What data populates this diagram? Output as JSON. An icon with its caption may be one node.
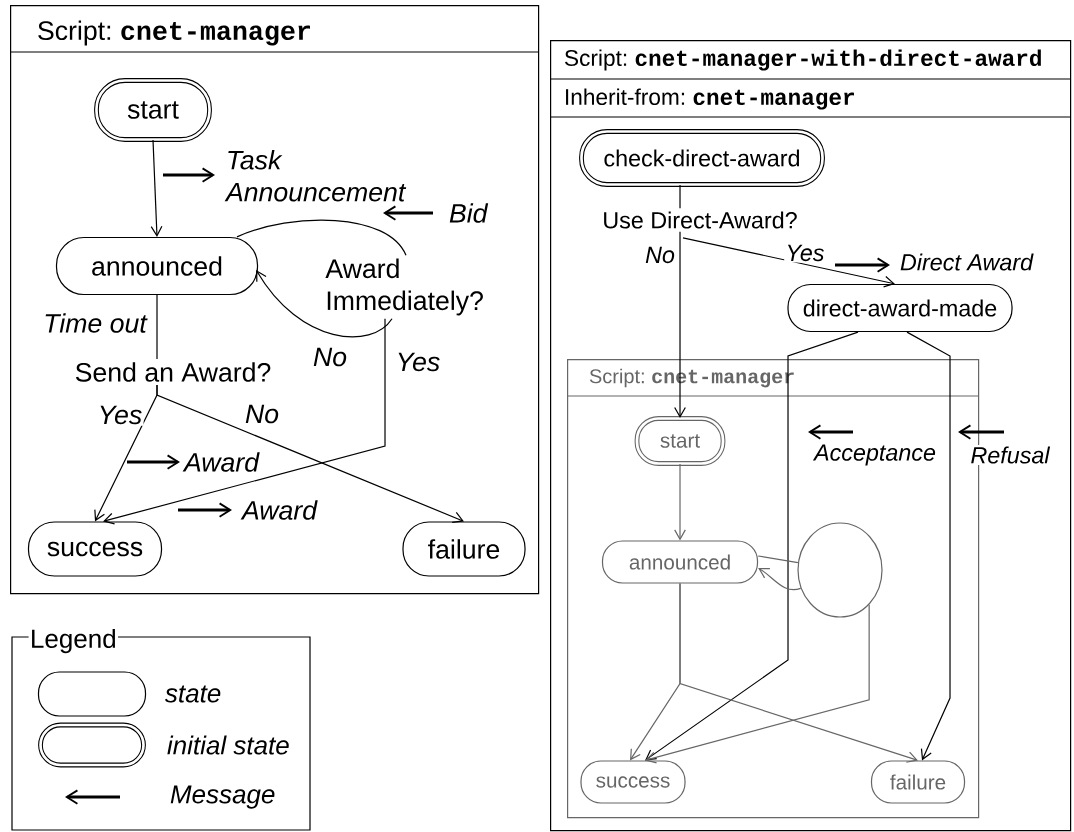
{
  "diagram": {
    "nodes": [
      {
        "text": [
          "Script:",
          "cnet-manager"
        ]
      },
      {
        "text": [
          "start"
        ],
        "in": 0
      },
      {
        "text": [
          "announced"
        ],
        "in": 0
      },
      {
        "text": [
          "Award Immediately?"
        ],
        "in": 0
      },
      {
        "text": [
          "Send an Award?"
        ],
        "in": 0
      },
      {
        "text": [
          "success"
        ],
        "in": 0
      },
      {
        "text": [
          "failure"
        ],
        "in": 0
      },
      {
        "text": [
          "Script:",
          "cnet-manager-with-direct-award",
          "Inherit-from:",
          "cnet-manager"
        ]
      },
      {
        "text": [
          "check-direct-award"
        ],
        "in": 7
      },
      {
        "text": [
          "Use Direct-Award?"
        ],
        "in": 7
      },
      {
        "text": [
          "direct-award-made"
        ],
        "in": 7
      },
      {
        "text": [
          "Script:",
          "cnet-manager"
        ],
        "in": 7
      },
      {
        "text": [
          "start"
        ],
        "in": 11
      },
      {
        "text": [
          "announced"
        ],
        "in": 11
      },
      {
        "text": [],
        "shape": "circle",
        "in": 11
      },
      {
        "text": [
          "success"
        ],
        "in": 11
      },
      {
        "text": [
          "failure"
        ],
        "in": 11
      }
    ],
    "edges": [
      {
        "from": 1,
        "to": 2,
        "arrow": "to"
      },
      {
        "from": 2,
        "to": 3,
        "arrow": "none"
      },
      {
        "from": 3,
        "to": 2,
        "arrow": "to",
        "label": "No"
      },
      {
        "from": 3,
        "to": 5,
        "arrow": "to",
        "label": "Yes"
      },
      {
        "from": 2,
        "to": 4,
        "arrow": "none",
        "label": "Time out"
      },
      {
        "from": 4,
        "to": 5,
        "arrow": "to",
        "label": "Yes"
      },
      {
        "from": 4,
        "to": 6,
        "arrow": "to",
        "label": "No"
      },
      {
        "from": 8,
        "to": 9,
        "arrow": "none"
      },
      {
        "from": 9,
        "to": 12,
        "arrow": "to",
        "label": "No"
      },
      {
        "from": 9,
        "to": 10,
        "arrow": "to",
        "label": "Yes"
      },
      {
        "from": 10,
        "to": 15,
        "arrow": "to"
      },
      {
        "from": 10,
        "to": 16,
        "arrow": "to"
      },
      {
        "from": 12,
        "to": 13,
        "arrow": "to",
        "color": "#666666"
      },
      {
        "from": 13,
        "to": 14,
        "arrow": "none",
        "color": "#666666"
      },
      {
        "from": 14,
        "to": 13,
        "arrow": "to",
        "color": "#666666"
      },
      {
        "from": 14,
        "to": 15,
        "arrow": "to",
        "color": "#666666"
      },
      {
        "from": 13,
        "to": 15,
        "arrow": "to",
        "color": "#666666"
      },
      {
        "from": 13,
        "to": 16,
        "arrow": "to",
        "color": "#666666"
      }
    ],
    "labels": [
      "Task Announcement",
      "Bid",
      "Award",
      "Award",
      "Legend",
      "Direct Award",
      "Acceptance",
      "Refusal"
    ],
    "legend": [
      {
        "text": "state"
      },
      {
        "text": "initial state"
      },
      {
        "text": "Message"
      }
    ]
  }
}
